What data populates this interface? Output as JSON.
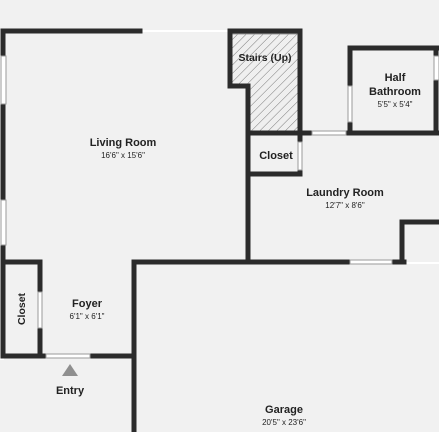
{
  "plan": {
    "rooms": [
      {
        "name": "Living Room",
        "dims": "16'6\" x 15'6\""
      },
      {
        "name": "Stairs (Up)",
        "dims": ""
      },
      {
        "name": "Half",
        "name2": "Bathroom",
        "dims": "5'5\" x 5'4\""
      },
      {
        "name": "Closet",
        "dims": ""
      },
      {
        "name": "Laundry Room",
        "dims": "12'7\" x 8'6\""
      },
      {
        "name": "Closet",
        "dims": ""
      },
      {
        "name": "Foyer",
        "dims": "6'1\" x 6'1\""
      },
      {
        "name": "Garage",
        "dims": "20'5\" x 23'6\""
      }
    ],
    "entry_label": "Entry",
    "colors": {
      "wall": "#2b2b2b",
      "floor": "#f1f1f1",
      "opening": "#ffffff",
      "outline": "#9a9a9a"
    }
  }
}
